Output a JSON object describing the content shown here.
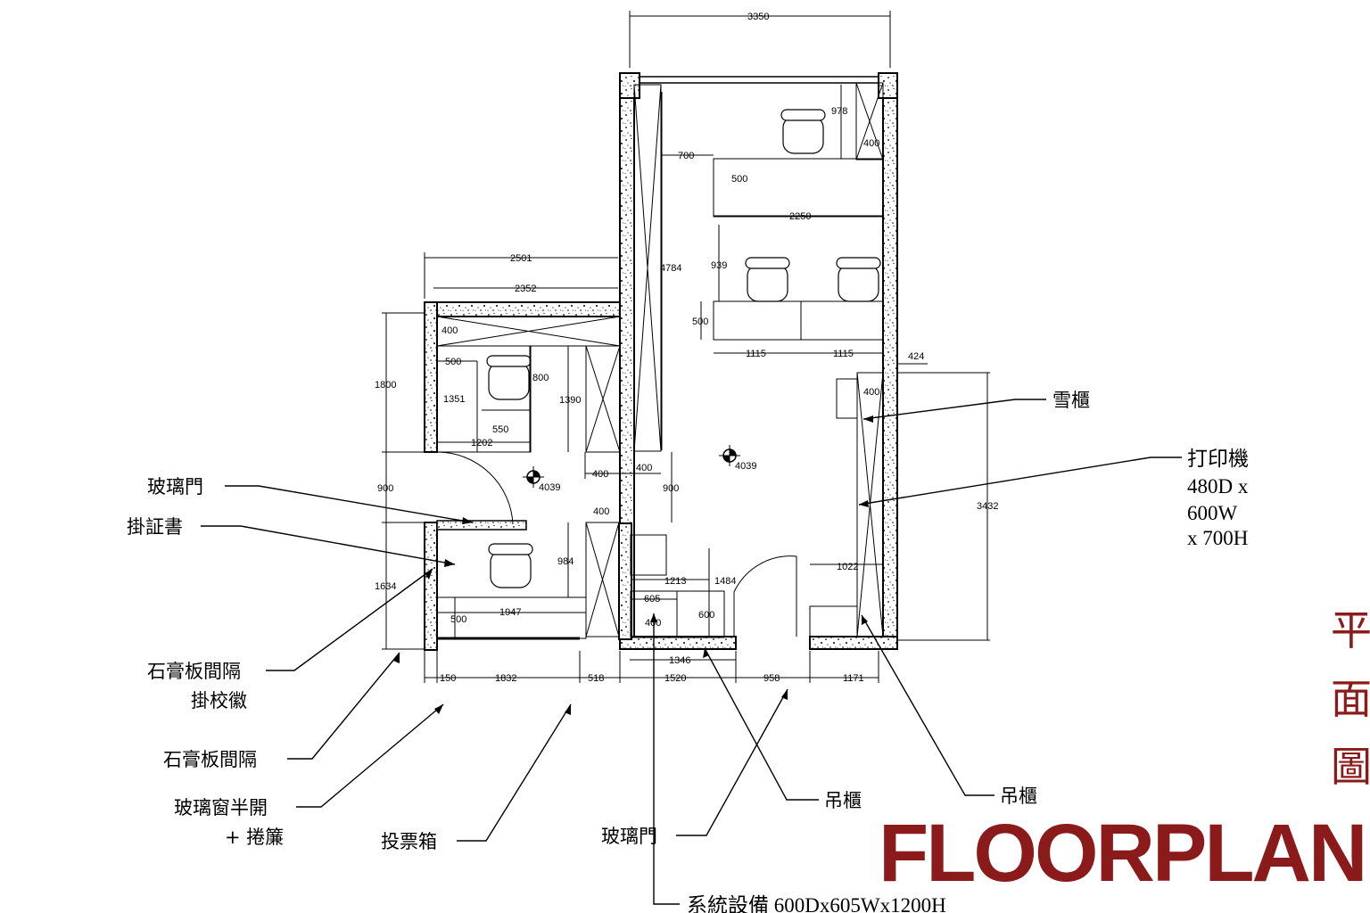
{
  "plan": {
    "title_en": "FLOORPLAN",
    "title_cn": [
      "平",
      "面",
      "圖"
    ],
    "brand_color": "#8b1a1a",
    "dimensions": {
      "top_3350": "3350",
      "d978": "978",
      "d400a": "400",
      "d700": "700",
      "d500a": "500",
      "d2250": "2250",
      "d2501": "2501",
      "d4784": "4784",
      "d939": "939",
      "d2352": "2352",
      "d500b": "500",
      "d1115a": "1115",
      "d1115b": "1115",
      "d424": "424",
      "d400b": "400",
      "d400c": "400",
      "d500c": "500",
      "d1800": "1800",
      "d800": "800",
      "d1351": "1351",
      "d1390": "1390",
      "d550": "550",
      "d1202": "1202",
      "d400d": "400",
      "d400e": "400",
      "d4039a": "4039",
      "d4039b": "4039",
      "d900a": "900",
      "d900b": "900",
      "d3432": "3432",
      "d400f": "400",
      "d984": "984",
      "d1634": "1634",
      "d1213": "1213",
      "d1484": "1484",
      "d1022": "1022",
      "d605": "605",
      "d1947": "1947",
      "d600": "600",
      "d500d": "500",
      "d400g": "400",
      "d1346": "1346",
      "b150": "150",
      "b1832": "1832",
      "b518": "518",
      "b1520": "1520",
      "b958": "958",
      "b1171": "1171"
    },
    "labels": {
      "glass_door_left": "玻璃門",
      "certificate": "掛証書",
      "partition_emblem_1": "石膏板間隔",
      "partition_emblem_2": "掛校徽",
      "partition": "石膏板間隔",
      "window_1": "玻璃窗半開",
      "window_2": "+ 捲簾",
      "ballot_box": "投票箱",
      "glass_door_bottom": "玻璃門",
      "hanging_cabinet_1": "吊櫃",
      "hanging_cabinet_2": "吊櫃",
      "fridge": "雪櫃",
      "printer_1": "打印機",
      "printer_2": "480D x",
      "printer_3": "600W",
      "printer_4": "x 700H",
      "system_equipment": "系統設備 600Dx605Wx1200H"
    }
  }
}
